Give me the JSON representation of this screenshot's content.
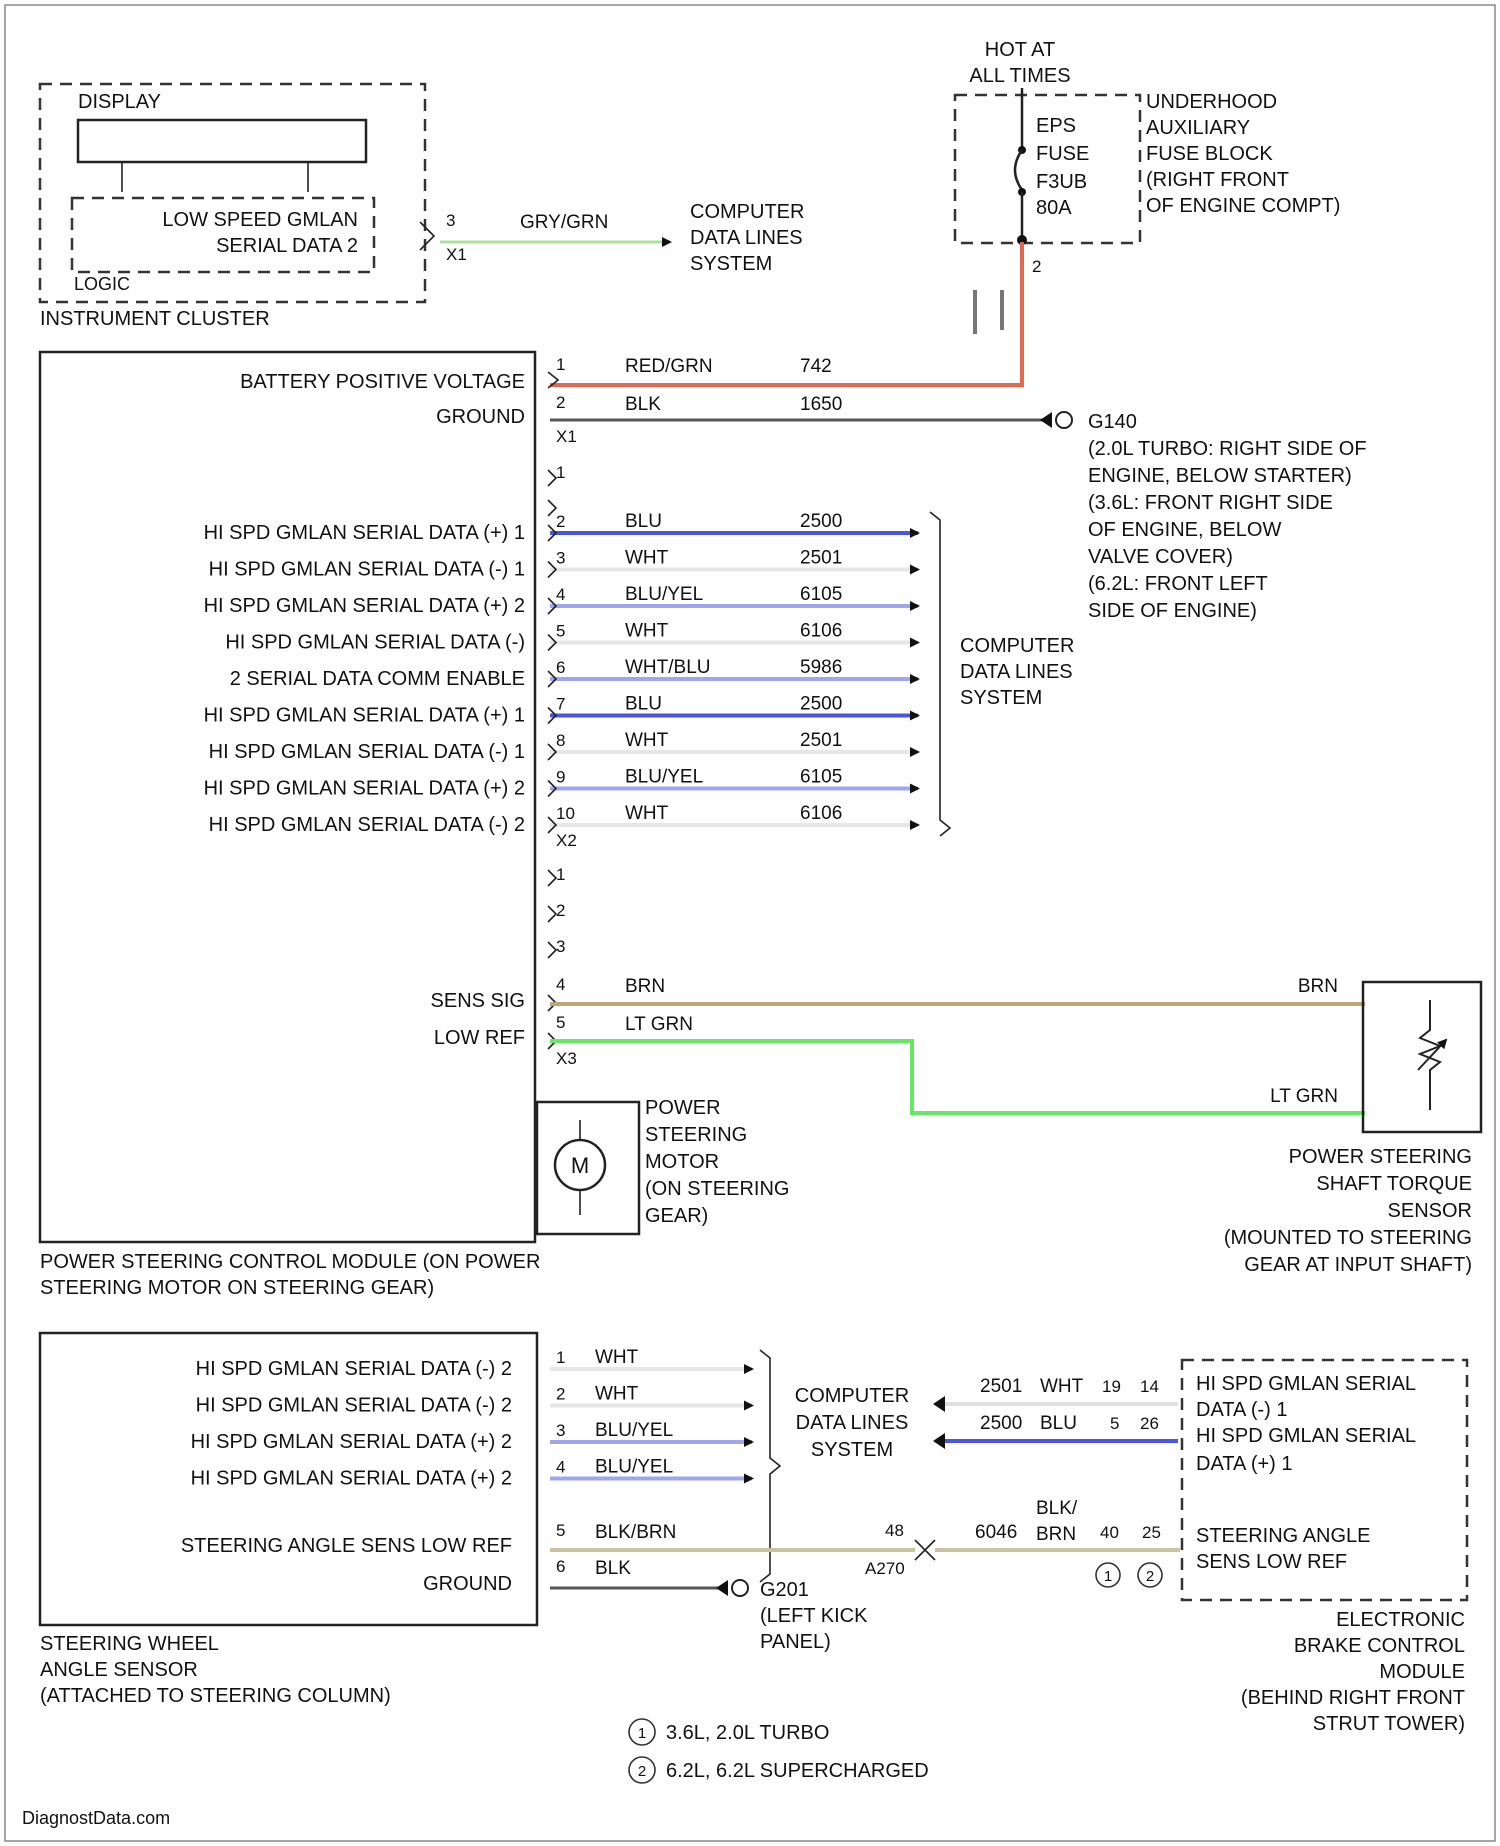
{
  "instrument_cluster": {
    "display_label": "DISPLAY",
    "logic_label": "LOGIC",
    "title": "INSTRUMENT CLUSTER",
    "serial_line1": "LOW SPEED GMLAN",
    "serial_line2": "SERIAL DATA 2",
    "pin": "3",
    "connector": "X1",
    "wire_color": "GRY/GRN",
    "dest": [
      "COMPUTER",
      "DATA LINES",
      "SYSTEM"
    ]
  },
  "fuse_block": {
    "hot_line1": "HOT AT",
    "hot_line2": "ALL TIMES",
    "fuse_lines": [
      "EPS",
      "FUSE",
      "F3UB",
      "80A"
    ],
    "name_lines": [
      "UNDERHOOD",
      "AUXILIARY",
      "FUSE BLOCK",
      "(RIGHT FRONT",
      "OF ENGINE COMPT)"
    ],
    "pin": "2"
  },
  "pscm": {
    "title_line1": "POWER STEERING CONTROL MODULE (ON POWER",
    "title_line2": "STEERING MOTOR ON STEERING GEAR)",
    "x1": {
      "connector": "X1",
      "pins": [
        {
          "label": "BATTERY POSITIVE VOLTAGE",
          "pin": "1",
          "color": "RED/GRN",
          "circuit": "742"
        },
        {
          "label": "GROUND",
          "pin": "2",
          "color": "BLK",
          "circuit": "1650"
        }
      ]
    },
    "x2": {
      "connector": "X2",
      "empty_pin": "1",
      "pins": [
        {
          "label": "HI SPD GMLAN SERIAL DATA (+) 1",
          "pin": "2",
          "color": "BLU",
          "circuit": "2500"
        },
        {
          "label": "HI SPD GMLAN SERIAL DATA (-) 1",
          "pin": "3",
          "color": "WHT",
          "circuit": "2501"
        },
        {
          "label": "HI SPD GMLAN SERIAL DATA (+) 2",
          "pin": "4",
          "color": "BLU/YEL",
          "circuit": "6105"
        },
        {
          "label": "HI SPD GMLAN SERIAL DATA (-)",
          "pin": "5",
          "color": "WHT",
          "circuit": "6106"
        },
        {
          "label": "2 SERIAL DATA COMM ENABLE",
          "pin": "6",
          "color": "WHT/BLU",
          "circuit": "5986"
        },
        {
          "label": "HI SPD GMLAN SERIAL DATA (+) 1",
          "pin": "7",
          "color": "BLU",
          "circuit": "2500"
        },
        {
          "label": "HI SPD GMLAN SERIAL DATA (-) 1",
          "pin": "8",
          "color": "WHT",
          "circuit": "2501"
        },
        {
          "label": "HI SPD GMLAN SERIAL DATA (+) 2",
          "pin": "9",
          "color": "BLU/YEL",
          "circuit": "6105"
        },
        {
          "label": "HI SPD GMLAN SERIAL DATA (-) 2",
          "pin": "10",
          "color": "WHT",
          "circuit": "6106"
        }
      ],
      "dest": [
        "COMPUTER",
        "DATA LINES",
        "SYSTEM"
      ]
    },
    "x3": {
      "connector": "X3",
      "empty_pins": [
        "1",
        "2",
        "3"
      ],
      "pins": [
        {
          "label": "SENS SIG",
          "pin": "4",
          "color": "BRN"
        },
        {
          "label": "LOW REF",
          "pin": "5",
          "color": "LT GRN"
        }
      ]
    }
  },
  "ground_g140": {
    "name": "G140",
    "lines": [
      "(2.0L TURBO: RIGHT SIDE OF",
      "ENGINE, BELOW STARTER)",
      "(3.6L: FRONT RIGHT SIDE",
      "OF ENGINE, BELOW",
      "VALVE COVER)",
      "(6.2L: FRONT LEFT",
      "SIDE OF ENGINE)"
    ]
  },
  "motor": {
    "symbol": "M",
    "lines": [
      "POWER",
      "STEERING",
      "MOTOR",
      "(ON STEERING",
      "GEAR)"
    ]
  },
  "torque_sensor": {
    "wire_top": "BRN",
    "wire_bottom": "LT GRN",
    "lines": [
      "POWER STEERING",
      "SHAFT TORQUE",
      "SENSOR",
      "(MOUNTED TO STEERING",
      "GEAR AT INPUT SHAFT)"
    ]
  },
  "ssas": {
    "title_lines": [
      "STEERING WHEEL",
      "ANGLE SENSOR",
      "(ATTACHED TO STEERING COLUMN)"
    ],
    "data_pins": [
      {
        "label": "HI SPD GMLAN SERIAL DATA (-) 2",
        "pin": "1",
        "color": "WHT"
      },
      {
        "label": "HI SPD GMLAN SERIAL DATA (-) 2",
        "pin": "2",
        "color": "WHT"
      },
      {
        "label": "HI SPD GMLAN SERIAL DATA (+) 2",
        "pin": "3",
        "color": "BLU/YEL"
      },
      {
        "label": "HI SPD GMLAN SERIAL DATA (+) 2",
        "pin": "4",
        "color": "BLU/YEL"
      }
    ],
    "dest": [
      "COMPUTER",
      "DATA LINES",
      "SYSTEM"
    ],
    "low_ref": {
      "label": "STEERING ANGLE SENS LOW REF",
      "pin": "5",
      "color": "BLK/BRN",
      "circuit": "6046",
      "inline": "48"
    },
    "ground": {
      "label": "GROUND",
      "pin": "6",
      "color": "BLK",
      "circuit": "A270"
    },
    "ground_name": "G201",
    "ground_lines": [
      "(LEFT KICK",
      "PANEL)"
    ]
  },
  "ebcm": {
    "title_lines": [
      "ELECTRONIC",
      "BRAKE CONTROL",
      "MODULE",
      "(BEHIND RIGHT FRONT",
      "STRUT TOWER)"
    ],
    "data": [
      {
        "circuit": "2501",
        "color": "WHT",
        "pin_a": "19",
        "pin_b": "14",
        "label_lines": [
          "HI SPD GMLAN SERIAL",
          "DATA (-) 1"
        ]
      },
      {
        "circuit": "2500",
        "color": "BLU",
        "pin_a": "5",
        "pin_b": "26",
        "label_lines": [
          "HI SPD GMLAN SERIAL",
          "DATA (+) 1"
        ]
      }
    ],
    "low_ref": {
      "circuit": "6046",
      "color_line1": "BLK/",
      "color_line2": "BRN",
      "pin_a": "40",
      "pin_b": "25",
      "label_lines": [
        "STEERING ANGLE",
        "SENS LOW REF"
      ]
    }
  },
  "legend": {
    "items": [
      {
        "marker": "1",
        "text": "3.6L, 2.0L TURBO"
      },
      {
        "marker": "2",
        "text": "6.2L, 6.2L SUPERCHARGED"
      }
    ]
  },
  "watermark": "DiagnostData.com",
  "colors": {
    "red_wire": "#e06a50",
    "blue_wire": "#4a55e0",
    "light_blue_wire": "#9ea6ee",
    "green_wire": "#66e866",
    "light_green_wire": "#a8e29c",
    "brown_wire": "#b8a878",
    "black_wire": "#555555",
    "white_wire": "#e6e6e6"
  }
}
